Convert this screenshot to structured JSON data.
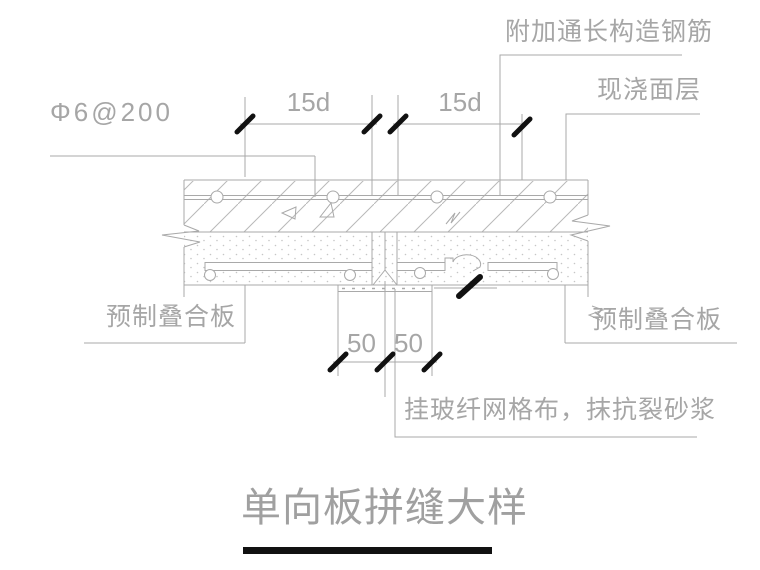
{
  "drawing": {
    "title": "单向板拼缝大样",
    "callouts": {
      "additional_rebar": "附加通长构造钢筋",
      "cast_in_place_topping": "现浇面层",
      "mesh_reinforcement": "Φ6@200",
      "precast_slab_left": "预制叠合板",
      "precast_slab_right": "预制叠合板",
      "joint_treatment": "挂玻纤网格布，抹抗裂砂浆"
    },
    "dimensions": {
      "lap_length_left": "15d",
      "lap_length_right": "15d",
      "joint_width_left": "50",
      "joint_width_right": "50"
    },
    "symbols": {
      "dimension_tick": "45-degree slash tick",
      "break_line": "zigzag break",
      "rebar_section": "small circle",
      "concrete_hatch": "diagonal lines",
      "precast_texture": "stipple dots"
    },
    "colors": {
      "background": "#ffffff",
      "linework": "#a9a9a9",
      "emphasis": "#111111"
    }
  }
}
